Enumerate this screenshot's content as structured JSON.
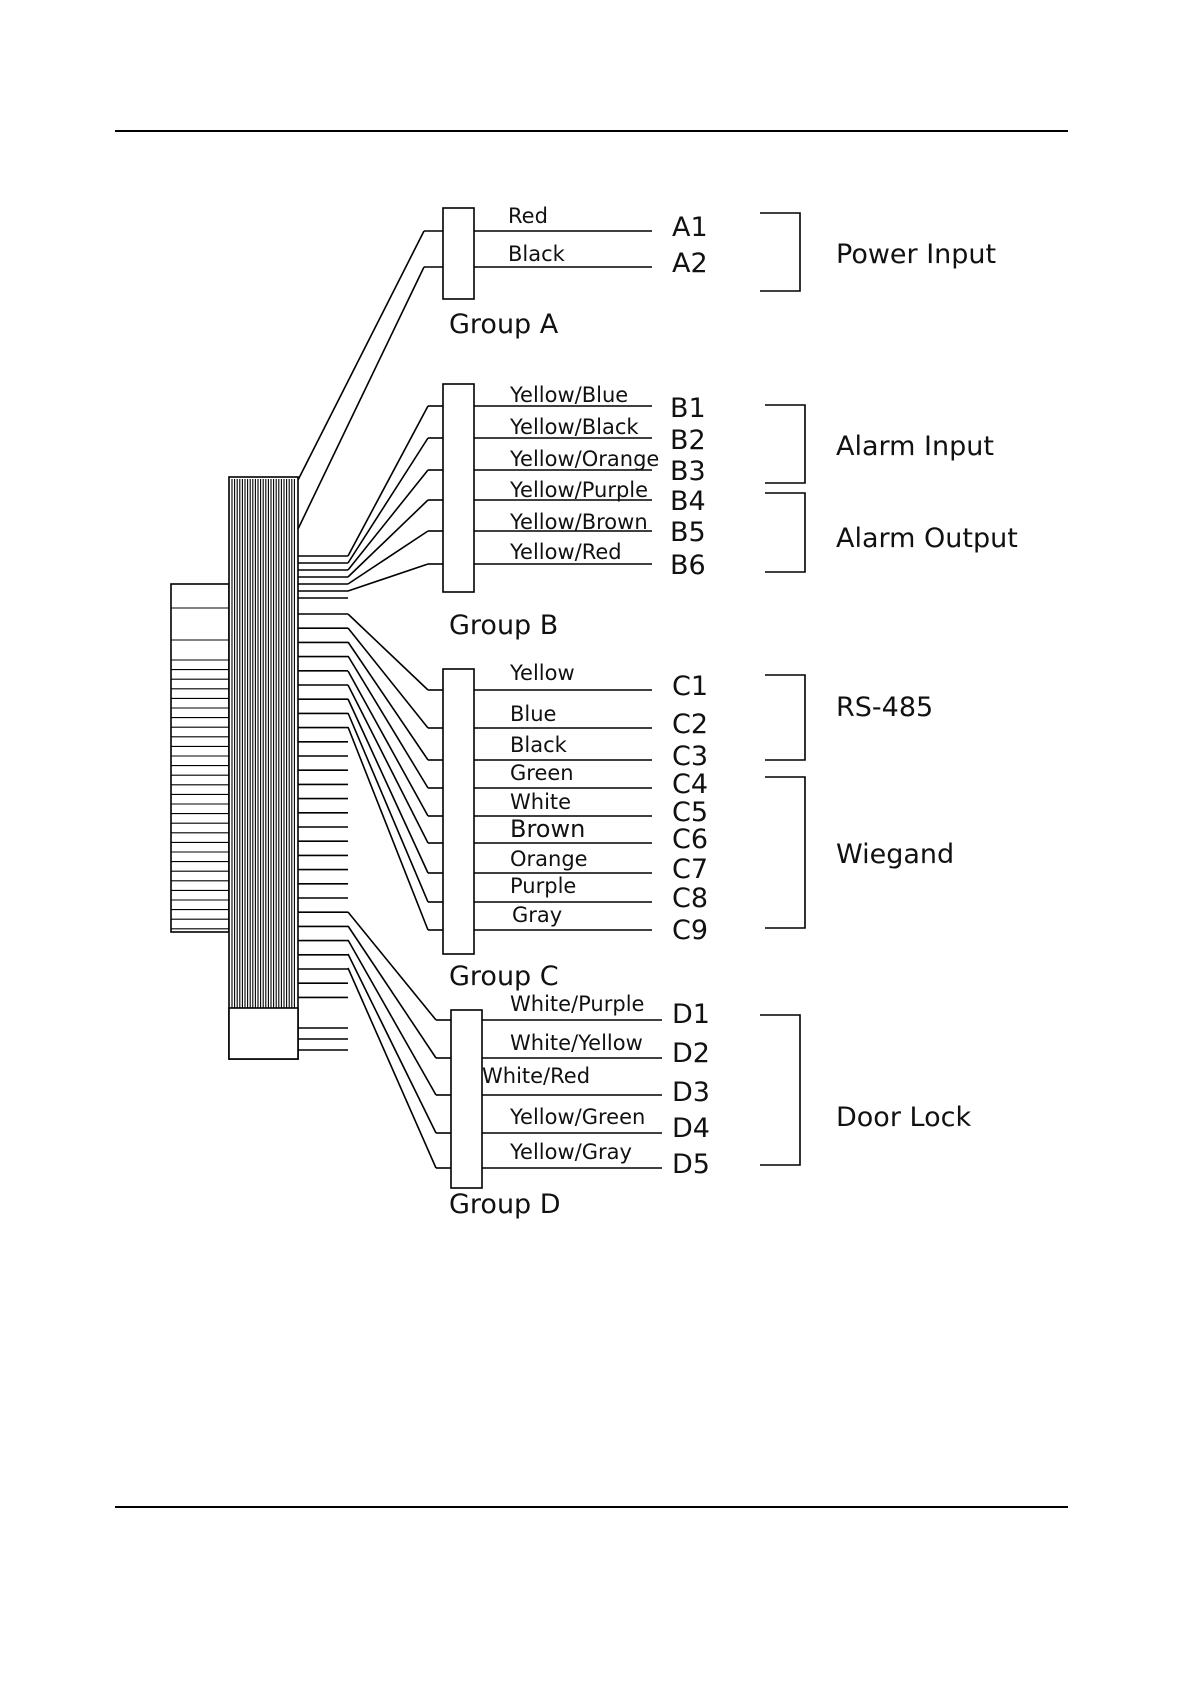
{
  "groups": [
    {
      "label": "Group A",
      "wires": [
        {
          "color": "Red",
          "pin": "A1"
        },
        {
          "color": "Black",
          "pin": "A2"
        }
      ]
    },
    {
      "label": "Group B",
      "wires": [
        {
          "color": "Yellow/Blue",
          "pin": "B1"
        },
        {
          "color": "Yellow/Black",
          "pin": "B2"
        },
        {
          "color": "Yellow/Orange",
          "pin": "B3"
        },
        {
          "color": "Yellow/Purple",
          "pin": "B4"
        },
        {
          "color": "Yellow/Brown",
          "pin": "B5"
        },
        {
          "color": "Yellow/Red",
          "pin": "B6"
        }
      ]
    },
    {
      "label": "Group C",
      "wires": [
        {
          "color": "Yellow",
          "pin": "C1"
        },
        {
          "color": "Blue",
          "pin": "C2"
        },
        {
          "color": "Black",
          "pin": "C3"
        },
        {
          "color": "Green",
          "pin": "C4"
        },
        {
          "color": "White",
          "pin": "C5"
        },
        {
          "color": "Brown",
          "pin": "C6"
        },
        {
          "color": "Orange",
          "pin": "C7"
        },
        {
          "color": "Purple",
          "pin": "C8"
        },
        {
          "color": "Gray",
          "pin": "C9"
        }
      ]
    },
    {
      "label": "Group D",
      "wires": [
        {
          "color": "White/Purple",
          "pin": "D1"
        },
        {
          "color": "White/Yellow",
          "pin": "D2"
        },
        {
          "color": "White/Red",
          "pin": "D3"
        },
        {
          "color": "Yellow/Green",
          "pin": "D4"
        },
        {
          "color": "Yellow/Gray",
          "pin": "D5"
        }
      ]
    }
  ],
  "functions": [
    {
      "label": "Power Input"
    },
    {
      "label": "Alarm Input"
    },
    {
      "label": "Alarm Output"
    },
    {
      "label": "RS-485"
    },
    {
      "label": "Wiegand"
    },
    {
      "label": "Door Lock"
    }
  ]
}
